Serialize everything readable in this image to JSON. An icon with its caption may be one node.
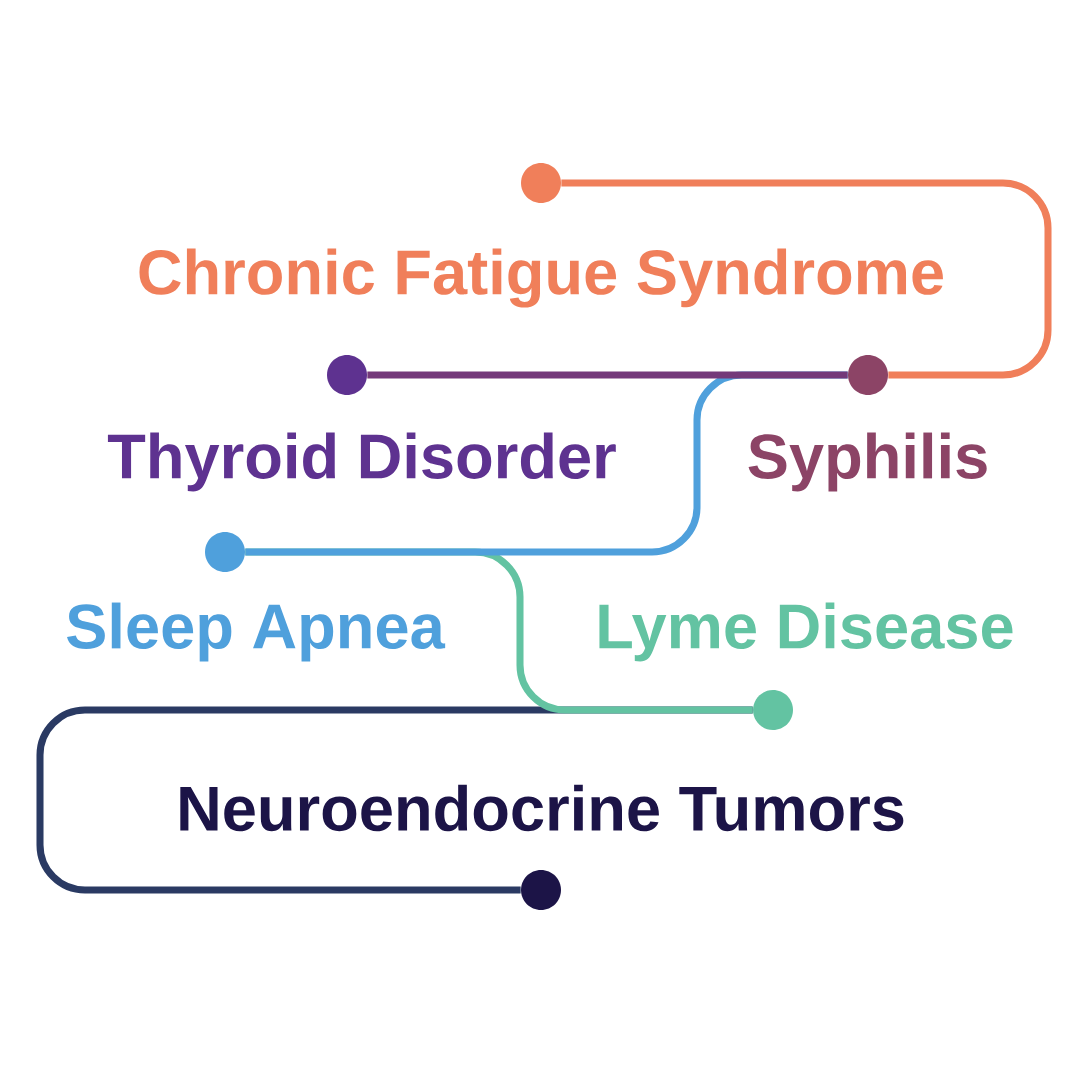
{
  "diagram": {
    "nodes": [
      {
        "text": [],
        "shape": "circle",
        "beside": [
          "Chronic Fatigue Syndrome"
        ]
      },
      {
        "text": [],
        "shape": "circle",
        "beside": [
          "Thyroid Disorder"
        ]
      },
      {
        "text": [],
        "shape": "circle",
        "beside": [
          "Syphilis"
        ]
      },
      {
        "text": [],
        "shape": "circle",
        "beside": [
          "Sleep Apnea"
        ]
      },
      {
        "text": [],
        "shape": "circle",
        "beside": [
          "Lyme Disease"
        ]
      },
      {
        "text": [],
        "shape": "circle",
        "beside": [
          "Neuroendocrine Tumors"
        ]
      }
    ],
    "edges": [
      {
        "from": 0,
        "to": 2,
        "arrow": "none",
        "color": "#f07f5a"
      },
      {
        "from": 2,
        "to": 1,
        "arrow": "none",
        "color": "#74397a"
      },
      {
        "from": 2,
        "to": 3,
        "arrow": "none",
        "color": "#4fa0dc"
      },
      {
        "from": 3,
        "to": 4,
        "arrow": "none",
        "color": "#63c3a2"
      },
      {
        "from": 4,
        "to": 5,
        "arrow": "none",
        "color": "#2a3a63"
      }
    ]
  }
}
